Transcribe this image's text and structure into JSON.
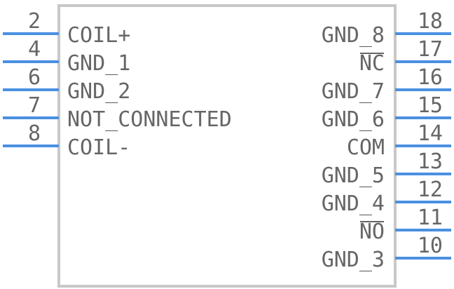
{
  "component": {
    "left_pins": [
      {
        "number": "2",
        "label": "COIL+",
        "overbar": false
      },
      {
        "number": "4",
        "label": "GND_1",
        "overbar": false
      },
      {
        "number": "6",
        "label": "GND_2",
        "overbar": false
      },
      {
        "number": "7",
        "label": "NOT_CONNECTED",
        "overbar": false
      },
      {
        "number": "8",
        "label": "COIL-",
        "overbar": false
      }
    ],
    "right_pins": [
      {
        "number": "18",
        "label": "GND_8",
        "overbar": false
      },
      {
        "number": "17",
        "label": "NC",
        "overbar": true
      },
      {
        "number": "16",
        "label": "GND_7",
        "overbar": false
      },
      {
        "number": "15",
        "label": "GND_6",
        "overbar": false
      },
      {
        "number": "14",
        "label": "COM",
        "overbar": false
      },
      {
        "number": "13",
        "label": "GND_5",
        "overbar": false
      },
      {
        "number": "12",
        "label": "GND_4",
        "overbar": false
      },
      {
        "number": "11",
        "label": "NO",
        "overbar": true
      },
      {
        "number": "10",
        "label": "GND_3",
        "overbar": false
      }
    ],
    "colors": {
      "pin": "#4a90e2",
      "body_outline": "#c8c8c8",
      "text": "#666666"
    }
  }
}
